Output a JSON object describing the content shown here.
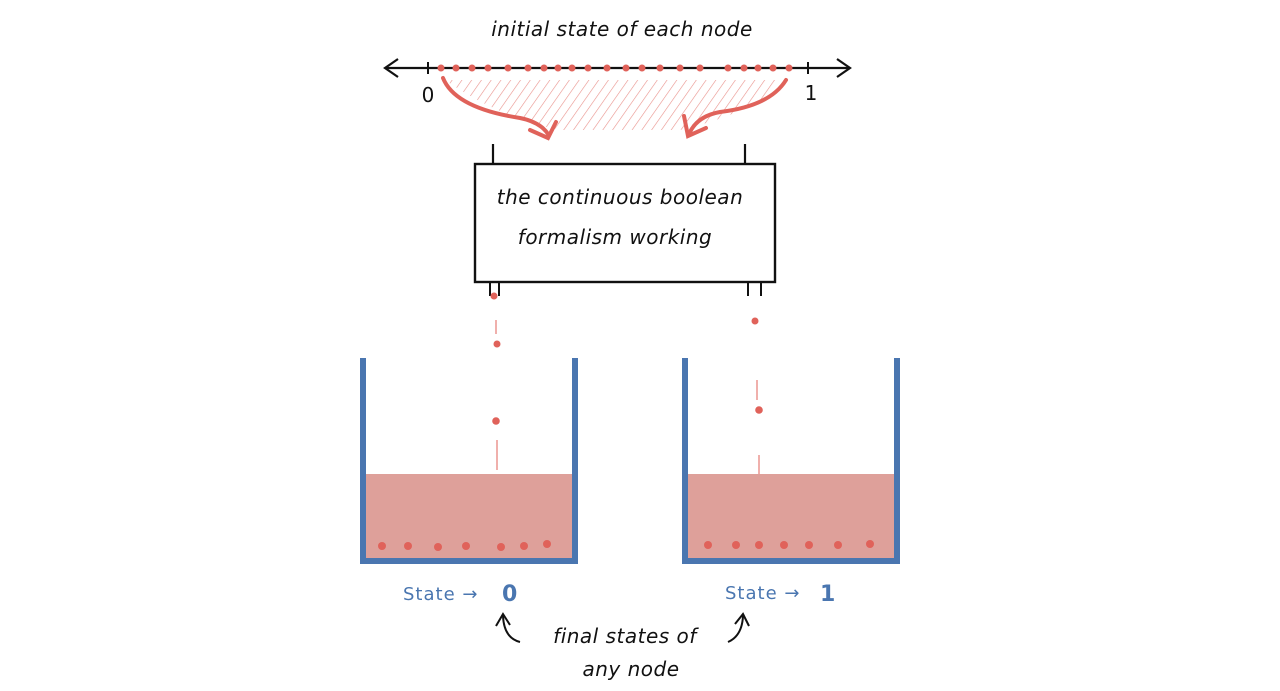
{
  "title": "initial state of each node",
  "axis": {
    "min_label": "0",
    "max_label": "1"
  },
  "box_text": {
    "line1": "the continuous boolean",
    "line2": "formalism working"
  },
  "left_bucket": {
    "label": "State →",
    "value": "0"
  },
  "right_bucket": {
    "label": "State →",
    "value": "1"
  },
  "caption": {
    "line1": "final states of",
    "line2": "any node"
  },
  "colors": {
    "dot": "#e0625a",
    "fill": "#dea09a",
    "bucket": "#4a76b0",
    "ink": "#111111"
  },
  "icons": [
    "curved-arrow-left-icon",
    "curved-arrow-right-icon",
    "axis-arrow-icon"
  ]
}
